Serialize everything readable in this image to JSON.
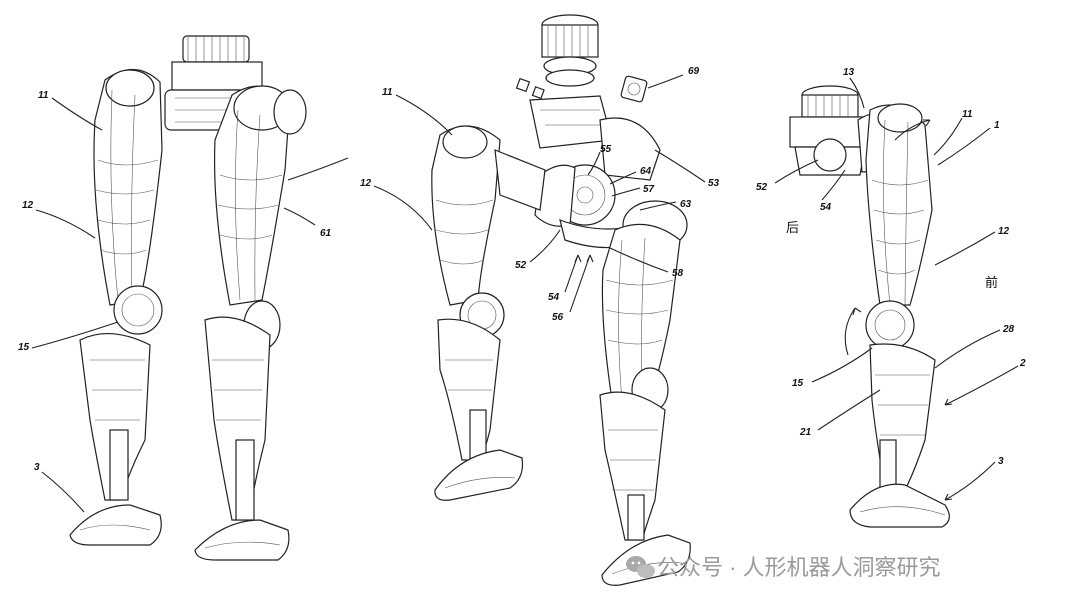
{
  "figure": {
    "left_labels": {
      "l11": "11",
      "l12": "12",
      "l15": "15",
      "l3": "3",
      "l61": "61"
    },
    "middle_labels": {
      "l69": "69",
      "l11": "11",
      "l12": "12",
      "l55": "55",
      "l53": "53",
      "l64": "64",
      "l57": "57",
      "l63": "63",
      "l52": "52",
      "l58": "58",
      "l54": "54",
      "l56": "56"
    },
    "right_labels": {
      "l13": "13",
      "l11": "11",
      "l1": "1",
      "l52": "52",
      "l54": "54",
      "l12": "12",
      "l28": "28",
      "l2": "2",
      "l15": "15",
      "l21": "21",
      "l3": "3"
    },
    "direction_labels": {
      "back": "后",
      "front": "前"
    }
  },
  "watermark": {
    "text": "公众号 · 人形机器人洞察研究",
    "icon": "wechat-icon"
  },
  "colors": {
    "line": "#222222",
    "watermark": "#9a9a9a",
    "background": "#ffffff"
  }
}
